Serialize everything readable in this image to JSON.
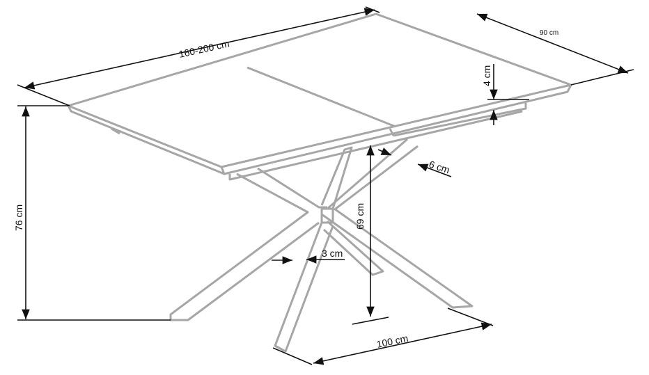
{
  "dimensions": {
    "length": "160-200 cm",
    "width": "90 cm",
    "top_thickness": "4 cm",
    "total_height": "76 cm",
    "leg_height": "69 cm",
    "frame_width": "6 cm",
    "leg_width": "3 cm",
    "base_span": "100 cm"
  },
  "colors": {
    "drawing": "#a6a6a6",
    "dimension_lines": "#111111"
  }
}
